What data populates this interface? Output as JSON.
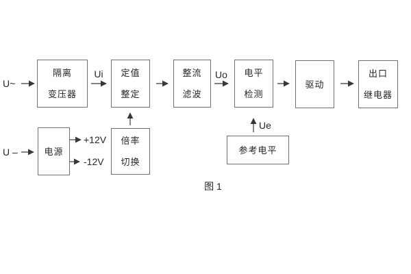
{
  "figure": {
    "caption": "图 1",
    "inputs": {
      "ac_label": "U~",
      "dc_label": "U –"
    },
    "signal_labels": {
      "ui": "Ui",
      "uo": "Uo",
      "ue": "Ue",
      "rail_pos": "+12V",
      "rail_neg": "-12V"
    },
    "blocks": {
      "isolation_transformer": {
        "line1": "隔离",
        "line2": "变压器"
      },
      "setting_adjustment": {
        "line1": "定值",
        "line2": "整定"
      },
      "rectifier_filter": {
        "line1": "整流",
        "line2": "滤波"
      },
      "level_detection": {
        "line1": "电平",
        "line2": "检测"
      },
      "drive": {
        "line1": "驱动"
      },
      "output_relay": {
        "line1": "出口",
        "line2": "继电器"
      },
      "power_supply": {
        "line1": "电源"
      },
      "multiplier_switch": {
        "line1": "倍率",
        "line2": "切换"
      },
      "reference_level": {
        "line1": "参考电平"
      }
    },
    "colors": {
      "line": "#383838",
      "border": "#6f6f6f",
      "text": "#262626",
      "background": "#ffffff"
    }
  }
}
